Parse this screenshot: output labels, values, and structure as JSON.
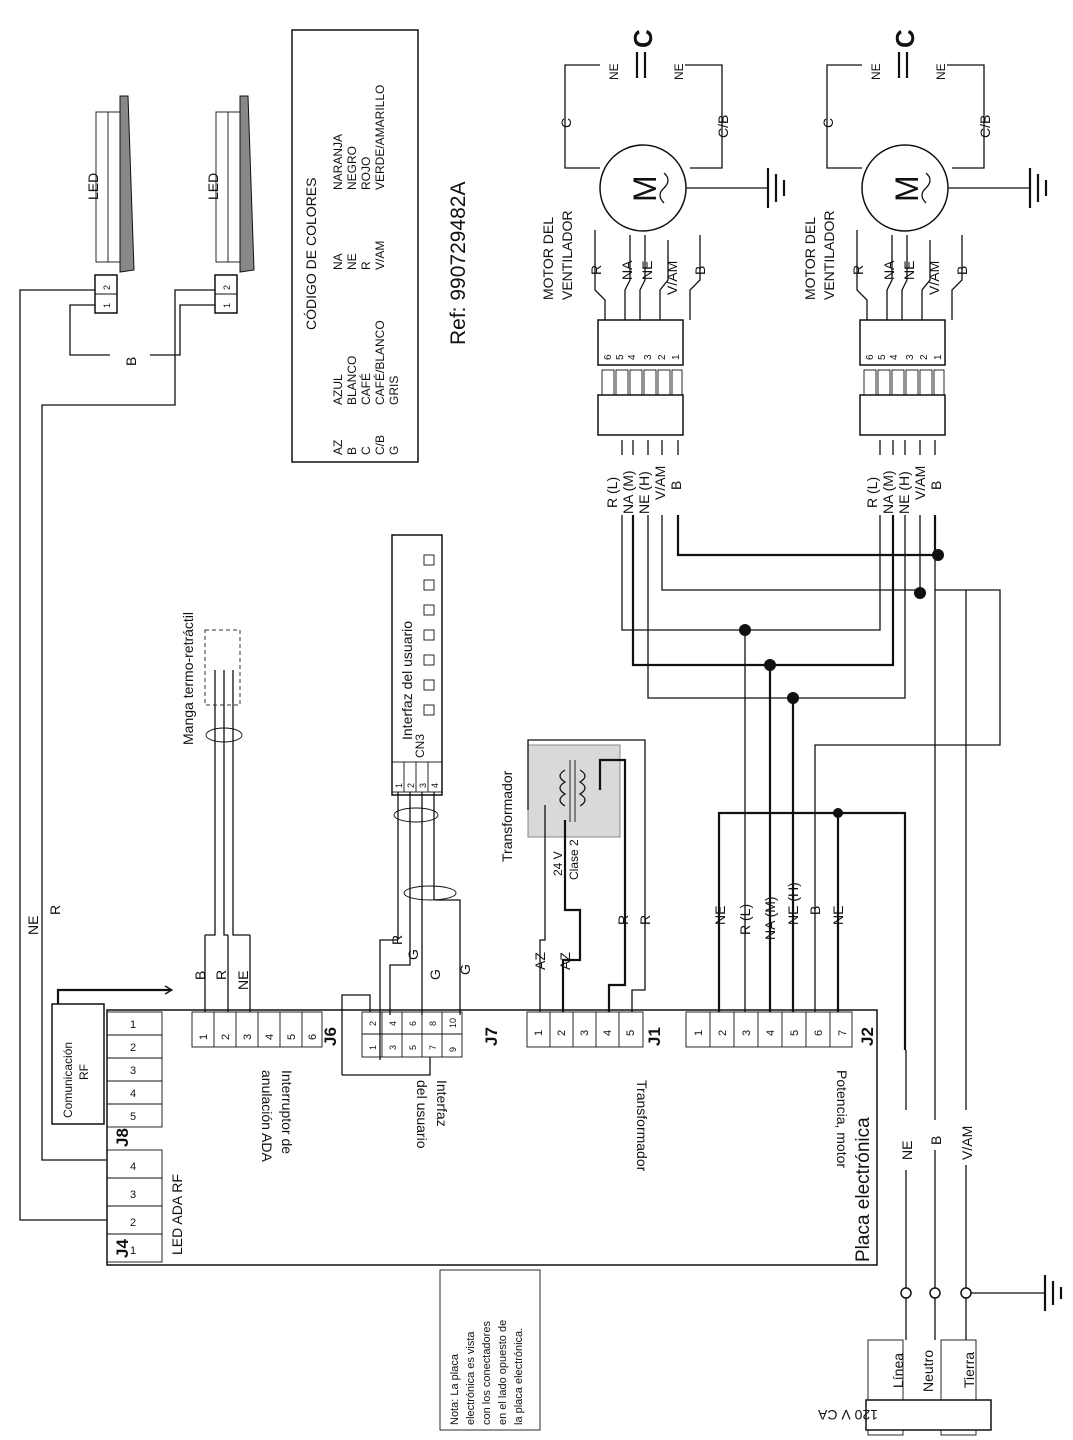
{
  "reference": "Ref: 990729482A",
  "color_code": {
    "title": "CÓDIGO DE COLORES",
    "entries": [
      {
        "code": "AZ",
        "name": "AZUL"
      },
      {
        "code": "B",
        "name": "BLANCO"
      },
      {
        "code": "C",
        "name": "CAFÉ"
      },
      {
        "code": "C/B",
        "name": "CAFÉ/BLANCO"
      },
      {
        "code": "G",
        "name": "GRIS"
      },
      {
        "code": "NA",
        "name": "NARANJA"
      },
      {
        "code": "NE",
        "name": "NEGRO"
      },
      {
        "code": "R",
        "name": "ROJO"
      },
      {
        "code": "V/AM",
        "name": "VERDE/AMARILLO"
      }
    ]
  },
  "board": {
    "title": "Placa electrónica",
    "connectors": {
      "J4": {
        "label": "J4",
        "name": "LED ADA RF",
        "pins": [
          "1",
          "2",
          "3",
          "4"
        ]
      },
      "J8": {
        "label": "J8",
        "pins": [
          "1",
          "2",
          "3",
          "4",
          "5"
        ]
      },
      "J6": {
        "label": "J6",
        "name_line1": "Interruptor de",
        "name_line2": "anulación ADA",
        "pins": [
          "1",
          "2",
          "3",
          "4",
          "5",
          "6"
        ]
      },
      "J7": {
        "label": "J7",
        "name_line1": "Interfaz",
        "name_line2": "del usuario",
        "pins": [
          "1",
          "2",
          "3",
          "4",
          "5",
          "6",
          "7",
          "8",
          "9",
          "10"
        ]
      },
      "J1": {
        "label": "J1",
        "name": "Transformador",
        "pins": [
          "1",
          "2",
          "3",
          "4",
          "5"
        ]
      },
      "J2": {
        "label": "J2",
        "name": "Potencia, motor",
        "pins": [
          "1",
          "2",
          "3",
          "4",
          "5",
          "6",
          "7"
        ]
      }
    }
  },
  "rf_module": {
    "line1": "Comunicación",
    "line2": "RF"
  },
  "led": {
    "label": "LED",
    "pins": [
      "2",
      "1"
    ]
  },
  "heat_shrink": "Manga termo-retráctil",
  "user_interface": {
    "title": "Interfaz del usuario",
    "connector": "CN3",
    "pins": [
      "1",
      "2",
      "3",
      "4"
    ]
  },
  "transformer": {
    "title": "Transformador",
    "rating_line1": "24 V",
    "rating_line2": "Clase 2"
  },
  "motor": {
    "label_line1": "MOTOR DEL",
    "label_line2": "VENTILADOR",
    "symbol": "M",
    "capacitor": "C",
    "pins": [
      "6",
      "5",
      "4",
      "3",
      "2",
      "1"
    ],
    "leads": [
      "R",
      "NA",
      "NE",
      "V/AM",
      "B"
    ],
    "harness": [
      "R (L)",
      "NA (M)",
      "NE (H)",
      "V/AM",
      "B"
    ],
    "cap_leads": [
      "C",
      "C/B"
    ]
  },
  "wire_labels": {
    "NE": "NE",
    "R": "R",
    "B": "B",
    "G": "G",
    "AZ": "AZ",
    "VAM": "V/AM",
    "RL": "R (L)",
    "NAM": "NA (M)",
    "NEH": "NE (H)"
  },
  "supply": {
    "title": "120 V CA",
    "linea": "Línea",
    "neutro": "Neutro",
    "tierra": "Tierra"
  },
  "note": {
    "lines": [
      "Nota: La placa",
      "electrónica es vista",
      "con los conectadores",
      "en el lado opuesto de",
      "la placa electrónica."
    ]
  }
}
